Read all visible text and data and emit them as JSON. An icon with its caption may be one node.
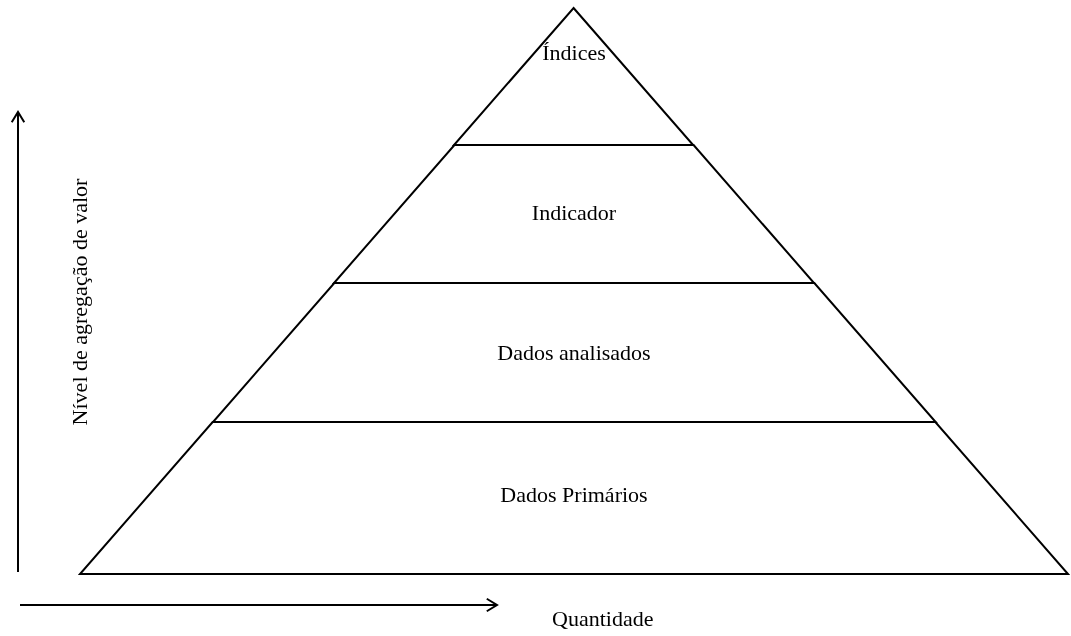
{
  "diagram": {
    "nodes": [
      {
        "text": [
          "Índices"
        ]
      },
      {
        "text": [
          "Indicador"
        ]
      },
      {
        "text": [
          "Dados analisados"
        ]
      },
      {
        "text": [
          "Dados Primários"
        ]
      }
    ],
    "labels": [
      "Nível de agregação de valor",
      "Quantidade"
    ]
  }
}
